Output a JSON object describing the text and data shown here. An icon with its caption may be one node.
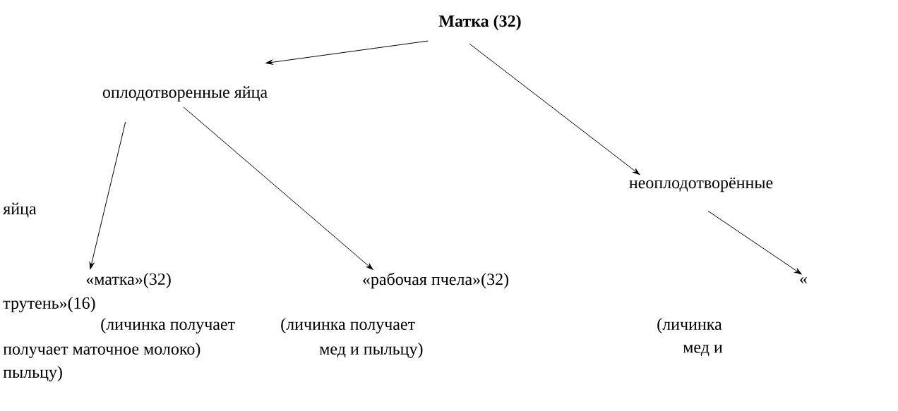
{
  "diagram": {
    "nodes": [
      {
        "text": [
          "**Матка (32)**"
        ]
      },
      {
        "text": [
          "оплодотворенные яйца"
        ]
      },
      {
        "text": [
          "неоплодотворённые"
        ]
      },
      {
        "text": [
          "«матка»(32)"
        ]
      },
      {
        "text": [
          "«рабочая пчела»(32)"
        ]
      },
      {
        "text": [
          "«"
        ]
      }
    ],
    "edges": [
      {
        "from": 0,
        "to": 1,
        "arrow": "to"
      },
      {
        "from": 0,
        "to": 2,
        "arrow": "to"
      },
      {
        "from": 1,
        "to": 3,
        "arrow": "to"
      },
      {
        "from": 1,
        "to": 4,
        "arrow": "to"
      },
      {
        "from": 2,
        "to": 5,
        "arrow": "to"
      }
    ],
    "labels": [
      "яйца",
      "трутень»(16)",
      "(личинка получает",
      "(личинка получает",
      "(личинка",
      "получает маточное молоко)",
      "мед и пыльцу)",
      "мед и",
      "пыльцу)"
    ]
  }
}
